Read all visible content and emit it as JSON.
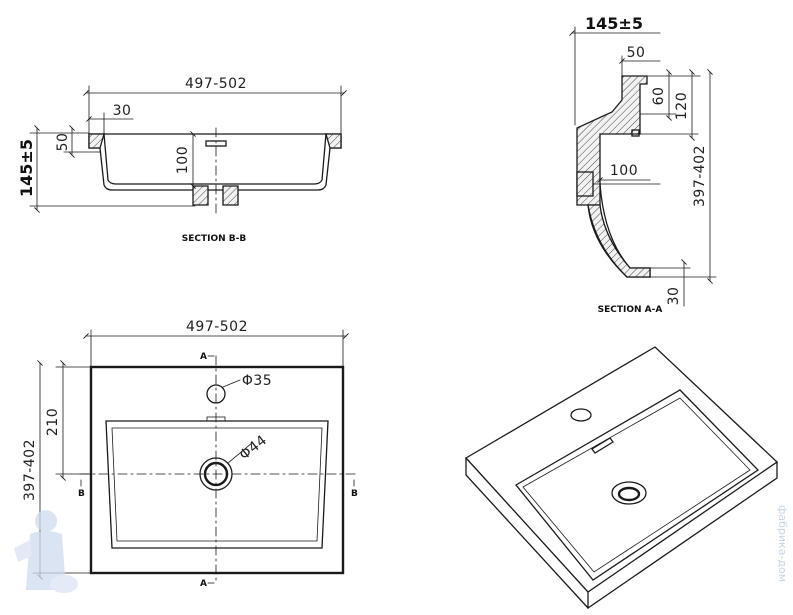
{
  "section_bb": {
    "caption": "SECTION B-B",
    "dim_width": "497-502",
    "dim_rim": "30",
    "dim_height": "145±5",
    "dim_rim_height": "50",
    "dim_depth": "100"
  },
  "section_aa": {
    "caption": "SECTION A-A",
    "dim_height": "145±5",
    "dim_rim": "50",
    "dim_60": "60",
    "dim_120": "120",
    "dim_100": "100",
    "dim_depth": "397-402",
    "dim_30": "30"
  },
  "plan": {
    "dim_width": "497-502",
    "dim_depth": "397-402",
    "dim_210": "210",
    "tap_hole": "Φ35",
    "drain": "Φ44",
    "mark_a_top": "A",
    "mark_a_bottom": "A",
    "mark_b_left": "B",
    "mark_b_right": "B"
  },
  "watermark": {
    "text": "фабрика-дом"
  },
  "colors": {
    "line": "#1a1a1a",
    "watermark": "#c6d6ea"
  }
}
